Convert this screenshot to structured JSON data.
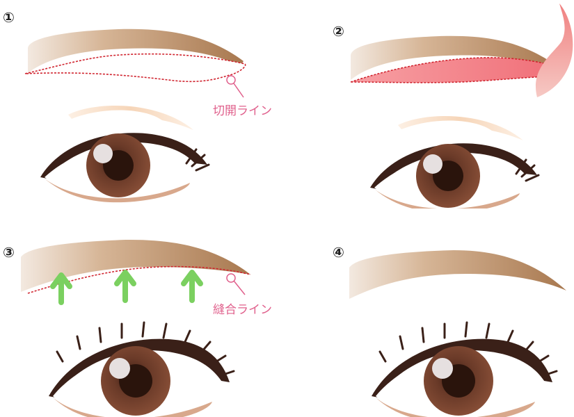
{
  "steps": [
    {
      "number": "①",
      "label": "切開ライン"
    },
    {
      "number": "②",
      "label": ""
    },
    {
      "number": "③",
      "label": "縫合ライン"
    },
    {
      "number": "④",
      "label": ""
    }
  ],
  "icons": {
    "up_arrow": "up-arrow-icon",
    "eye": "eye-icon",
    "eyebrow": "eyebrow-icon"
  },
  "colors": {
    "brow_dark": "#a8784f",
    "brow_light": "#f1e6dc",
    "incision_line": "#d0242f",
    "label_pink": "#e0608c",
    "wound": "#f07f86",
    "arrow_green": "#7bd060",
    "iris": "#7a4430",
    "eyelid_fold": "#f7dcc4",
    "eyeliner": "#3a2018"
  }
}
